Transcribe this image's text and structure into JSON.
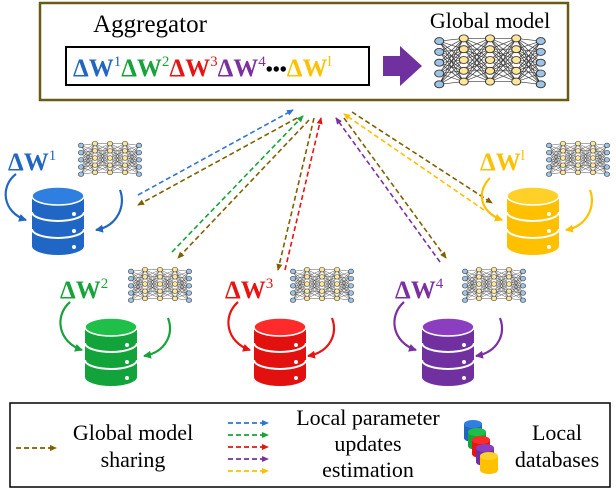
{
  "aggregator": {
    "title": "Aggregator",
    "updates": [
      {
        "delta": "Δ",
        "symbol": "W",
        "sup": "1",
        "color": "#2166c0"
      },
      {
        "delta": "Δ",
        "symbol": "W",
        "sup": "2",
        "color": "#18a33a"
      },
      {
        "delta": "Δ",
        "symbol": "W",
        "sup": "3",
        "color": "#e81414"
      },
      {
        "delta": "Δ",
        "symbol": "W",
        "sup": "4",
        "color": "#7b2fa0"
      }
    ],
    "ellipsis": "•••",
    "last_update": {
      "delta": "Δ",
      "symbol": "W",
      "sup": "l",
      "color": "#ffc000"
    },
    "global_label": "Global model"
  },
  "clients": [
    {
      "delta": "Δ",
      "symbol": "W",
      "sup": "1",
      "color": "#2166c0"
    },
    {
      "delta": "Δ",
      "symbol": "W",
      "sup": "2",
      "color": "#18a33a"
    },
    {
      "delta": "Δ",
      "symbol": "W",
      "sup": "3",
      "color": "#e81414"
    },
    {
      "delta": "Δ",
      "symbol": "W",
      "sup": "4",
      "color": "#7b2fa0"
    },
    {
      "delta": "Δ",
      "symbol": "W",
      "sup": "l",
      "color": "#ffc000"
    }
  ],
  "legend": {
    "global_line1": "Global model",
    "global_line2": "sharing",
    "local_line1": "Local parameter",
    "local_line2": "updates",
    "local_line3": "estimation",
    "db_line1": "Local",
    "db_line2": "databases"
  },
  "colors": {
    "blue": "#2166c0",
    "green": "#18a33a",
    "red": "#e81414",
    "purple": "#7b2fa0",
    "yellow": "#ffc000",
    "brown": "#7f6000",
    "arrow_purple": "#7030a0",
    "border": "#6b5a17"
  }
}
